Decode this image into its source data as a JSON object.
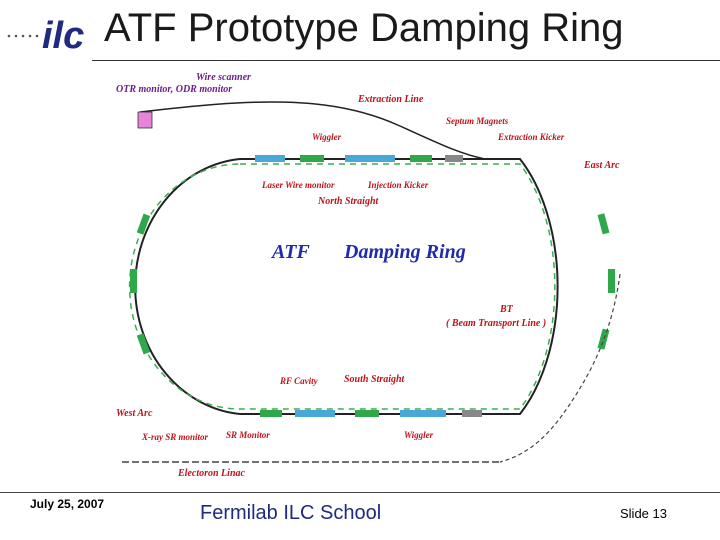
{
  "logo": {
    "text": "ilc"
  },
  "slide": {
    "title": "ATF Prototype Damping Ring",
    "footer": {
      "date": "July 25, 2007",
      "school": "Fermilab ILC School",
      "slide_number": "Slide 13"
    }
  },
  "diagram": {
    "labels": {
      "wire_scanner": "Wire scanner",
      "otr_odr": "OTR monitor, ODR monitor",
      "extraction_line": "Extraction Line",
      "septum": "Septum Magnets",
      "extraction_kicker": "Extraction Kicker",
      "wiggler_top": "Wiggler",
      "east_arc": "East Arc",
      "laser_wire": "Laser Wire monitor",
      "injection_kicker": "Injection  Kicker",
      "north_straight": "North Straight",
      "atf": "ATF",
      "damping_ring": "Damping Ring",
      "bt": "BT",
      "bt_sub": "( Beam  Transport Line )",
      "rf_cavity": "RF Cavity",
      "south_straight": "South Straight",
      "west_arc": "West Arc",
      "xray_sr": "X-ray SR monitor",
      "sr_monitor": "SR Monitor",
      "wiggler_bottom": "Wiggler",
      "linac": "Electoron Linac"
    },
    "colors": {
      "label_red": "#c0121a",
      "label_purple": "#6b1f8c",
      "label_blue": "#1f2ab0",
      "magnet_green": "#2fa84a",
      "cavity_blue": "#4aa8d6",
      "tick_purple": "#8a2bd8"
    }
  }
}
